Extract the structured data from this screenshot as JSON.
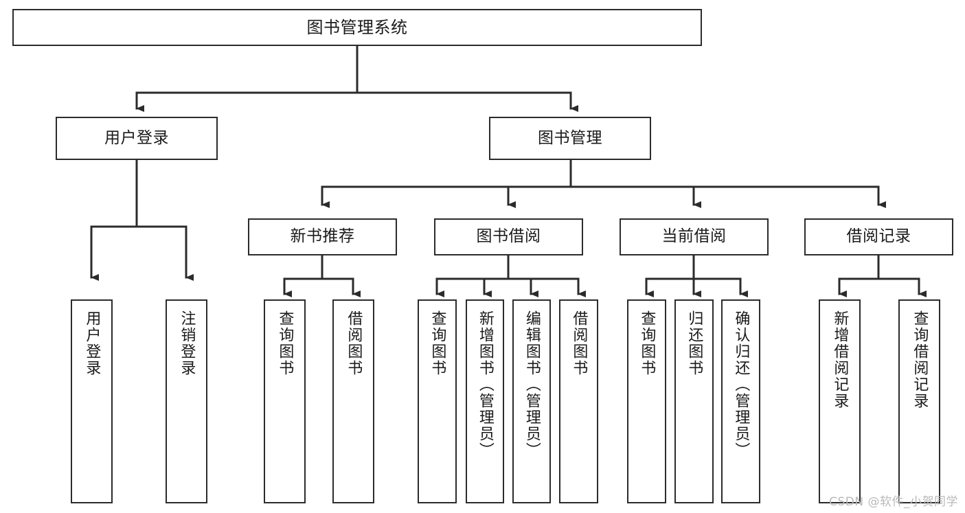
{
  "diagram": {
    "title": "图书管理系统",
    "type": "tree-hierarchy",
    "watermark": "CSDN @软件_小贺同学",
    "colors": {
      "stroke": "#2b2b2b",
      "fill": "#ffffff",
      "text": "#1a1a1a",
      "watermark": "#b9b9b9"
    },
    "nodes": {
      "root": {
        "label": "图书管理系统"
      },
      "level2": [
        {
          "id": "user-login",
          "label": "用户登录"
        },
        {
          "id": "book-management",
          "label": "图书管理"
        }
      ],
      "level3": [
        {
          "id": "new-book-recommend",
          "label": "新书推荐"
        },
        {
          "id": "book-borrow",
          "label": "图书借阅"
        },
        {
          "id": "current-borrow",
          "label": "当前借阅"
        },
        {
          "id": "borrow-record",
          "label": "借阅记录"
        }
      ],
      "leaves": {
        "user-login": [
          {
            "id": "leaf-user-login",
            "label": "用户登录"
          },
          {
            "id": "leaf-logout",
            "label": "注销登录"
          }
        ],
        "new-book-recommend": [
          {
            "id": "leaf-query-book-1",
            "label": "查询图书"
          },
          {
            "id": "leaf-borrow-book-1",
            "label": "借阅图书"
          }
        ],
        "book-borrow": [
          {
            "id": "leaf-query-book-2",
            "label": "查询图书"
          },
          {
            "id": "leaf-add-book",
            "label": "新增图书（管理员）"
          },
          {
            "id": "leaf-edit-book",
            "label": "编辑图书（管理员）"
          },
          {
            "id": "leaf-borrow-book-2",
            "label": "借阅图书"
          }
        ],
        "current-borrow": [
          {
            "id": "leaf-query-book-3",
            "label": "查询图书"
          },
          {
            "id": "leaf-return-book",
            "label": "归还图书"
          },
          {
            "id": "leaf-confirm-return",
            "label": "确认归还（管理员）"
          }
        ],
        "borrow-record": [
          {
            "id": "leaf-add-record",
            "label": "新增借阅记录"
          },
          {
            "id": "leaf-query-record",
            "label": "查询借阅记录"
          }
        ]
      }
    }
  }
}
